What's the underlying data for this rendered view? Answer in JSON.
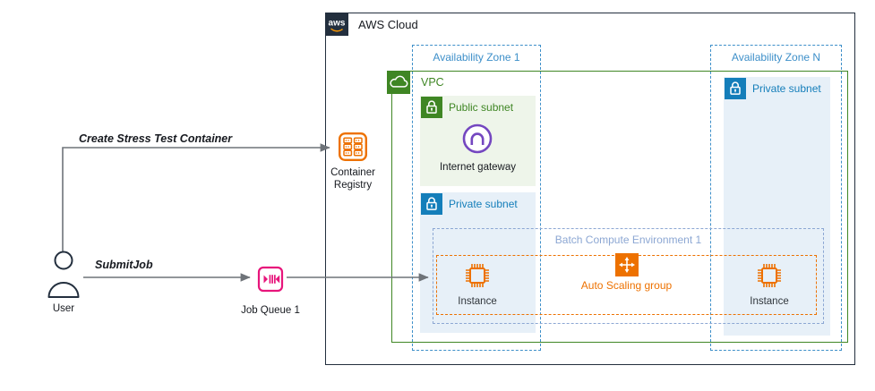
{
  "aws_cloud": {
    "logo_text": "aws",
    "label": "AWS Cloud"
  },
  "availability_zone_1": {
    "label": "Availability Zone 1"
  },
  "availability_zone_n": {
    "label": "Availability Zone N"
  },
  "vpc": {
    "label": "VPC"
  },
  "public_subnet": {
    "label": "Public subnet"
  },
  "internet_gateway": {
    "label": "Internet gateway"
  },
  "private_subnet": {
    "label": "Private subnet"
  },
  "batch_env": {
    "label": "Batch Compute Environment 1"
  },
  "auto_scaling": {
    "label": "Auto Scaling group"
  },
  "instance": {
    "label": "Instance"
  },
  "container_registry": {
    "label": "Container Registry"
  },
  "job_queue": {
    "label": "Job Queue 1"
  },
  "user": {
    "label": "User"
  },
  "edges": {
    "create_label": "Create Stress Test Container",
    "submit_label": "SubmitJob"
  },
  "colors": {
    "aws_dark": "#232F3E",
    "az_blue": "#3d8fc9",
    "vpc_green": "#3f8624",
    "public_subnet_bg": "#eef5ea",
    "private_subnet_bg": "#e7f0f8",
    "private_blue": "#147EBA",
    "batch_blue": "#8ca7d3",
    "orange": "#ED7100",
    "gateway_purple": "#7447c0",
    "queue_pink": "#E7157B",
    "arrow_gray": "#6e7379"
  }
}
